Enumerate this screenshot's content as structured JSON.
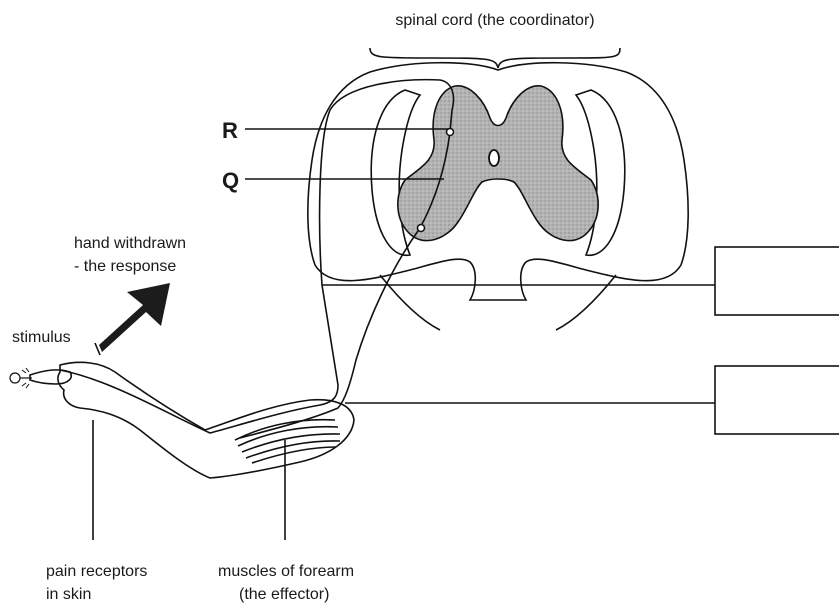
{
  "labels": {
    "spinal_cord": "spinal cord (the coordinator)",
    "hand_withdrawn_line1": "hand withdrawn",
    "hand_withdrawn_line2": "- the response",
    "stimulus": "stimulus",
    "pain_receptors_line1": "pain receptors",
    "pain_receptors_line2": "in skin",
    "muscles_line1": "muscles of forearm",
    "muscles_line2": "(the effector)",
    "R": "R",
    "Q": "Q"
  },
  "answer_boxes": [
    {
      "value": ""
    },
    {
      "value": ""
    }
  ],
  "colors": {
    "grey_matter": "#a9a9a9",
    "line": "#111111",
    "arrow": "#1c1c1c"
  }
}
